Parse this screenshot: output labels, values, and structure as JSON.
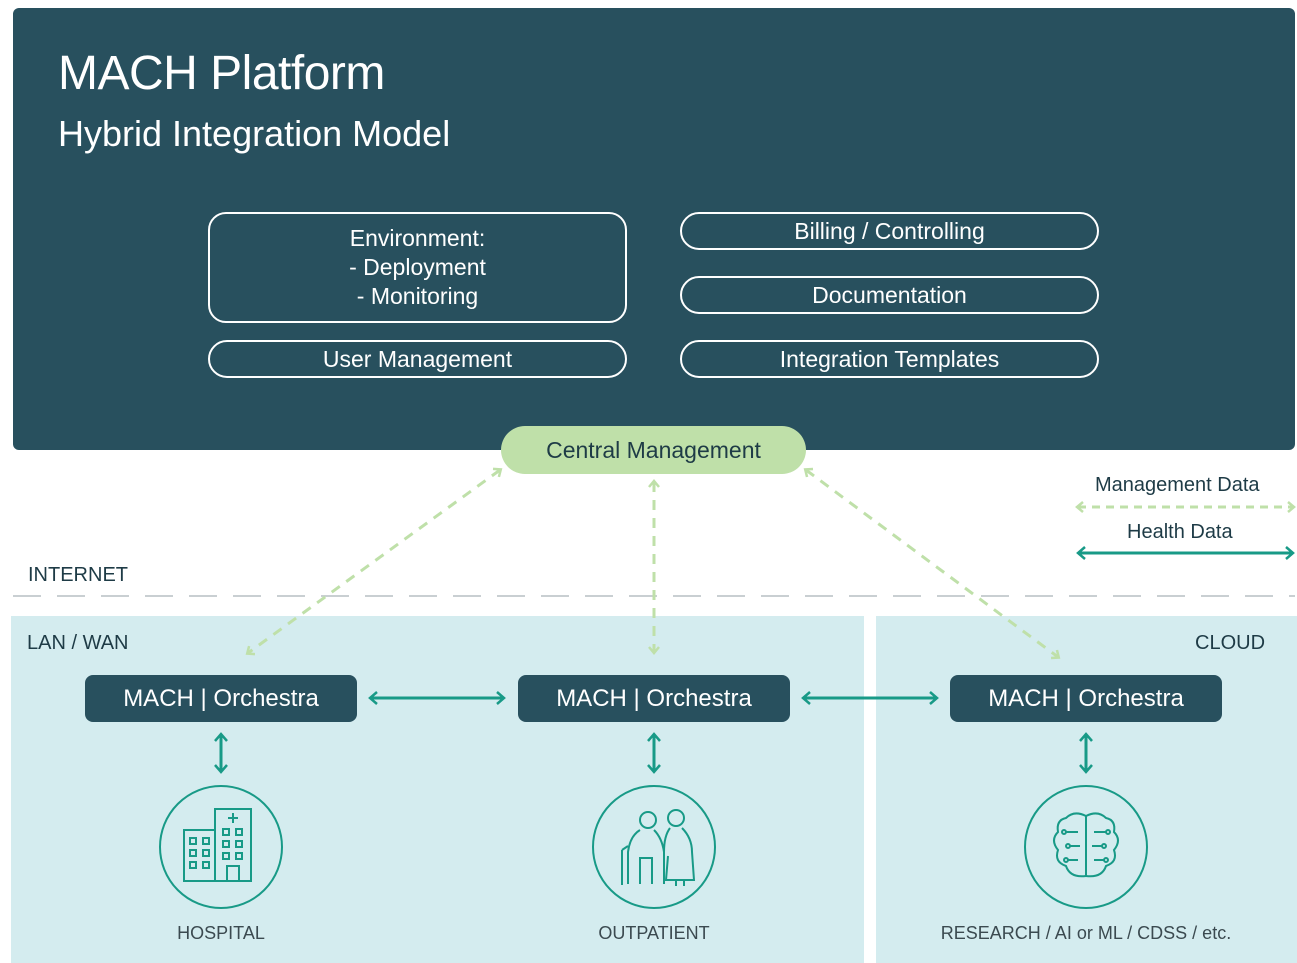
{
  "platform": {
    "title": "MACH Platform",
    "subtitle": "Hybrid Integration Model",
    "environment": {
      "line1": "Environment:",
      "line2": "- Deployment",
      "line3": "- Monitoring"
    },
    "user_management": "User Management",
    "billing": "Billing / Controlling",
    "documentation": "Documentation",
    "integration_templates": "Integration Templates"
  },
  "central_management": "Central Management",
  "legend": {
    "management_data": "Management Data",
    "health_data": "Health Data"
  },
  "internet_label": "INTERNET",
  "zones": {
    "lan_wan": "LAN / WAN",
    "cloud": "CLOUD"
  },
  "orchestras": [
    {
      "label": "MACH | Orchestra"
    },
    {
      "label": "MACH | Orchestra"
    },
    {
      "label": "MACH | Orchestra"
    }
  ],
  "nodes": {
    "hospital": "HOSPITAL",
    "outpatient": "OUTPATIENT",
    "research": "RESEARCH / AI or ML / CDSS / etc."
  },
  "colors": {
    "panel": "#28505e",
    "management_data": "#bfe0a9",
    "health_data": "#189a87",
    "zone_bg": "#d4ecef"
  },
  "icons": {
    "hospital": "hospital-building-icon",
    "outpatient": "elderly-couple-icon",
    "research": "brain-circuit-icon"
  }
}
